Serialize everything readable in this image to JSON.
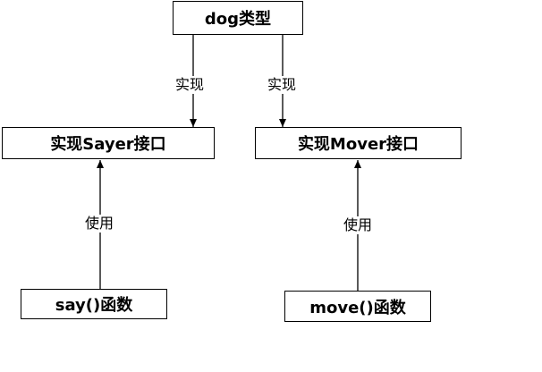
{
  "nodes": {
    "dog_type": "dog类型",
    "sayer_interface": "实现Sayer接口",
    "mover_interface": "实现Mover接口",
    "say_func": "say()函数",
    "move_func": "move()函数"
  },
  "edges": {
    "dog_to_sayer": "实现",
    "dog_to_mover": "实现",
    "say_uses_sayer": "使用",
    "move_uses_mover": "使用"
  }
}
